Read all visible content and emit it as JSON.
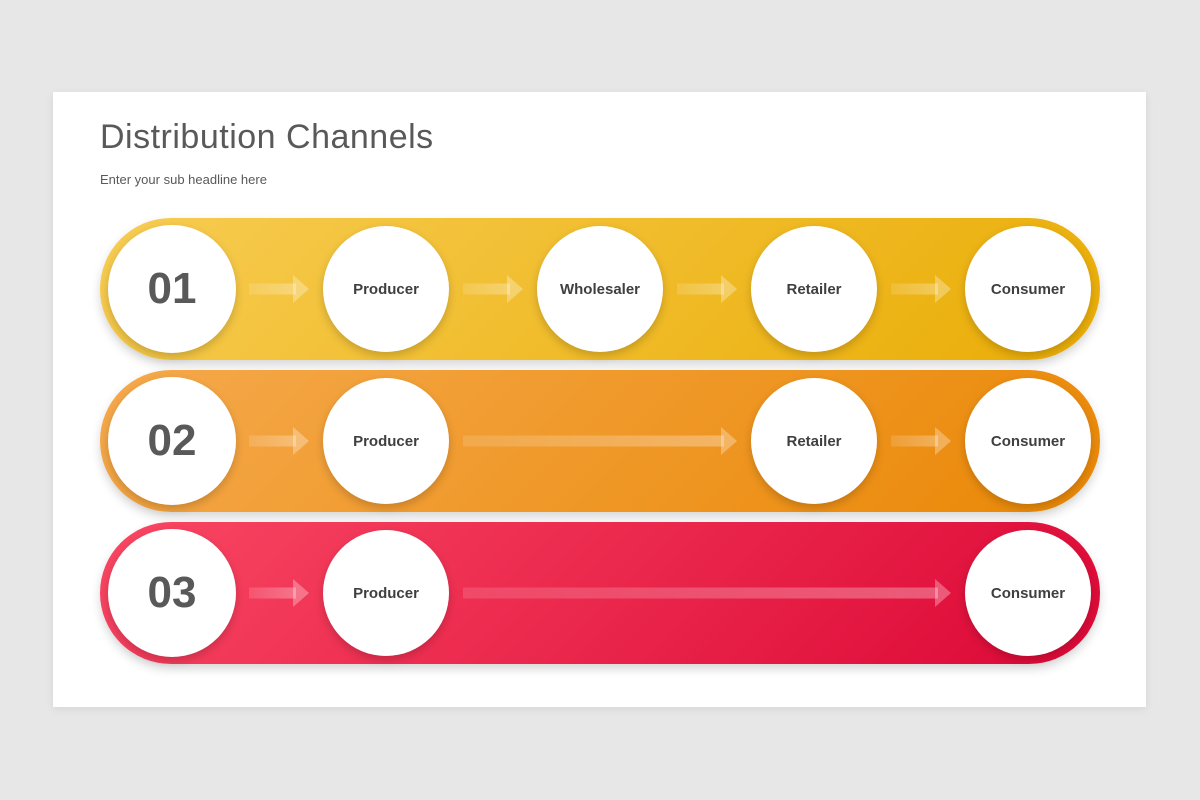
{
  "canvas": {
    "background_color": "#E7E7E7",
    "card_background_color": "#FFFFFF"
  },
  "header": {
    "title": "Distribution Channels",
    "subtitle": "Enter your sub headline here",
    "title_color": "#595959",
    "subtitle_color": "#595959"
  },
  "diagram": {
    "number_text_color": "#595959",
    "label_text_color": "#3F3F3F",
    "arrow_color": "rgba(255,255,255,0.30)",
    "rows": [
      {
        "number": "01",
        "gradient": [
          "#F7CC52",
          "#EAAD06"
        ],
        "nodes": [
          {
            "label": "Producer",
            "slot": 1
          },
          {
            "label": "Wholesaler",
            "slot": 2
          },
          {
            "label": "Retailer",
            "slot": 3
          },
          {
            "label": "Consumer",
            "slot": 4
          }
        ],
        "arrows": [
          [
            0,
            1
          ],
          [
            1,
            2
          ],
          [
            2,
            3
          ],
          [
            3,
            4
          ]
        ]
      },
      {
        "number": "02",
        "gradient": [
          "#F5A94C",
          "#EA8806"
        ],
        "nodes": [
          {
            "label": "Producer",
            "slot": 1
          },
          {
            "label": "Retailer",
            "slot": 3
          },
          {
            "label": "Consumer",
            "slot": 4
          }
        ],
        "arrows": [
          [
            0,
            1
          ],
          [
            1,
            3
          ],
          [
            3,
            4
          ]
        ]
      },
      {
        "number": "03",
        "gradient": [
          "#F94763",
          "#DC0836"
        ],
        "nodes": [
          {
            "label": "Producer",
            "slot": 1
          },
          {
            "label": "Consumer",
            "slot": 4
          }
        ],
        "arrows": [
          [
            0,
            1
          ],
          [
            1,
            4
          ]
        ]
      }
    ]
  }
}
